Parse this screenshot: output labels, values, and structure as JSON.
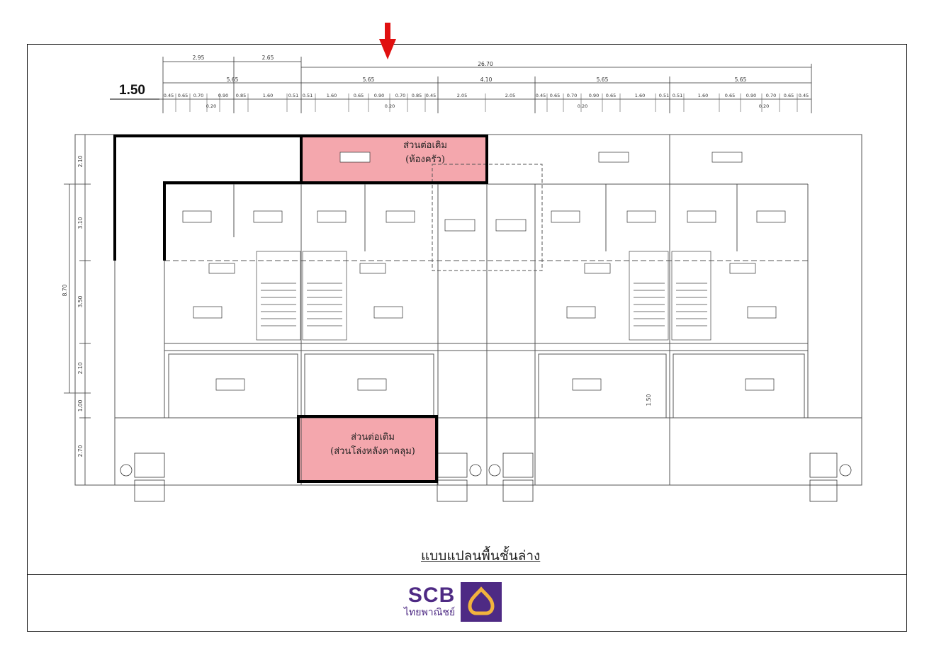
{
  "dimensions_top": {
    "row1": [
      "2.95",
      "2.65",
      "26.70"
    ],
    "row2": [
      "5.65",
      "5.65",
      "4.10",
      "5.65",
      "5.65"
    ],
    "row3_left": [
      "0.45",
      "0.65",
      "0.70",
      "0.90",
      "0.85",
      "1.60",
      "0.51",
      "0.51",
      "1.60",
      "0.65",
      "0.90",
      "0.70",
      "0.85",
      "0.45",
      "2.05"
    ],
    "row3_right": [
      "2.05",
      "0.45",
      "0.65",
      "0.70",
      "0.90",
      "0.65",
      "1.60",
      "0.51",
      "0.51",
      "1.60",
      "0.65",
      "0.90",
      "0.70",
      "0.65",
      "0.45"
    ],
    "sub": [
      "0.20",
      "0.20",
      "0.20",
      "0.20"
    ]
  },
  "dimensions_left": [
    "2.10",
    "3.10",
    "3.50",
    "2.10",
    "1.00",
    "2.70"
  ],
  "dimension_total_left": "8.70",
  "dimension_inner": "1.50",
  "marker_label": "1.50",
  "callouts": {
    "kitchen": {
      "line1": "ส่วนต่อเติม",
      "line2": "(ห้องครัว)"
    },
    "carport": {
      "line1": "ส่วนต่อเติม",
      "line2": "(ส่วนโล่งหลังคาคลุม)"
    }
  },
  "plan_title": "แบบแปลนพื้นชั้นล่าง",
  "logo": {
    "brand": "SCB",
    "thai": "ไทยพาณิชย์"
  },
  "colors": {
    "addition_fill": "#f4a7ad",
    "marker_arrow": "#e01010",
    "brand_purple": "#4e2a84",
    "brand_gold": "#f2b33d"
  }
}
